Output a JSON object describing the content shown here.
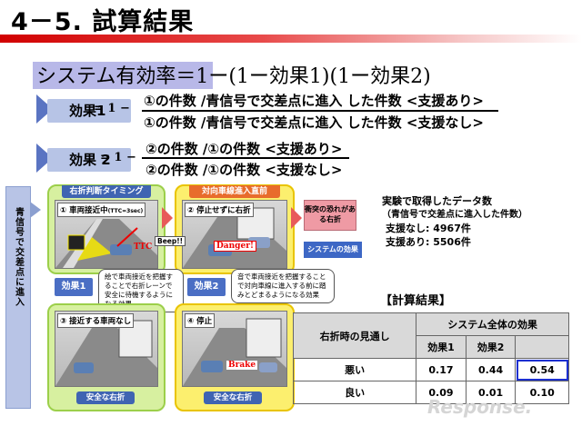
{
  "slide_title": "4－5. 試算結果",
  "formula": {
    "label": "システム有効率",
    "expression": "＝1ー(1ー効果1)(1ー効果2)"
  },
  "effect1": {
    "label": "効果1",
    "lhs": "= 1 −",
    "numerator": "①の件数 /青信号で交差点に進入 した件数 <支援あり>",
    "denominator": "①の件数 /青信号で交差点に進入 した件数 <支援なし>"
  },
  "effect2": {
    "label": "効果 2",
    "lhs": "= 1 −",
    "numerator": "②の件数 /①の件数 <支援あり>",
    "denominator": "②の件数 /①の件数 <支援なし>"
  },
  "diagram": {
    "side_label": "青信号で交差点に進入",
    "header_left": "右折判断タイミング",
    "header_right": "対向車線進入直前",
    "scene1_label": "① 車両接近中",
    "scene1_sub": "(TTC=3sec)",
    "scene1_ttc": "TTC",
    "scene1_beep": "Beep!!",
    "scene2_label": "② 停止せずに右折",
    "scene2_danger": "Danger!",
    "effect1_tag": "効果1",
    "effect2_tag": "効果2",
    "note1": "絵で車両接近を把握することで右折レーンで安全に待機するようになる効果",
    "note2": "音で車両接近を把握することで対向車線に進入する前に踏みとどまるようになる効果",
    "scene3_label": "③ 接近する車両なし",
    "scene4_label": "④ 停止",
    "scene4_brake": "Brake",
    "bottom_left": "安全な右折",
    "bottom_right": "安全な右折",
    "collision_risk": "衝突の恐れがある右折",
    "system_effect": "システムの効果"
  },
  "data_summary": {
    "title": "実験で取得したデータ数",
    "subtitle": "（青信号で交差点に進入した件数）",
    "without_label": "支援なし:",
    "without_value": "4967件",
    "with_label": "支援あり:",
    "with_value": "5506件"
  },
  "results": {
    "title": "【計算結果】",
    "row_header": "右折時の見通し",
    "group_header": "システム全体の効果",
    "col1": "効果1",
    "col2": "効果2",
    "rows": [
      {
        "name": "悪い",
        "e1": "0.17",
        "e2": "0.44",
        "total": "0.54"
      },
      {
        "name": "良い",
        "e1": "0.09",
        "e2": "0.01",
        "total": "0.10"
      }
    ]
  },
  "watermark": "Response."
}
